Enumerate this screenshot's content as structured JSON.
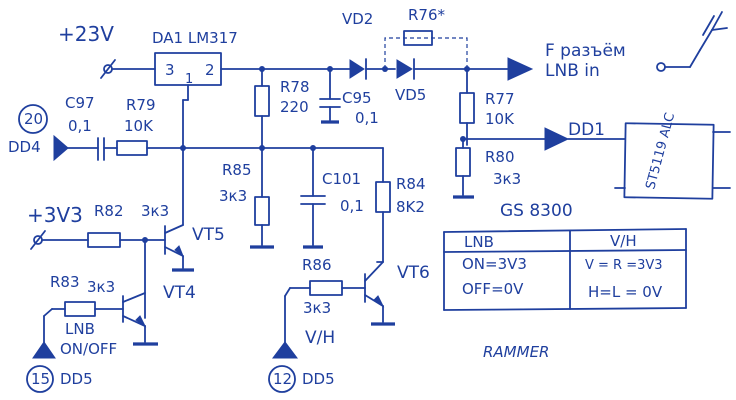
{
  "supply": {
    "v23": "+23V",
    "v33": "+3V3"
  },
  "da1": {
    "ref": "DA1 LM317",
    "pin3": "3",
    "pin1": "1",
    "pin2": "2"
  },
  "components": {
    "vd2": "VD2",
    "vd5": "VD5",
    "r76": "R76*",
    "r78": "R78",
    "r78_val": "220",
    "c95": "C95",
    "c95_val": "0,1",
    "r77": "R77",
    "r77_val": "10K",
    "r80": "R80",
    "r80_val": "3к3",
    "c97": "C97",
    "c97_val": "0,1",
    "r79": "R79",
    "r79_val": "10K",
    "r85": "R85",
    "r85_val": "3к3",
    "c101": "C101",
    "c101_val": "0,1",
    "r84": "R84",
    "r84_val": "8K2",
    "r82": "R82",
    "r82_val": "3к3",
    "vt5": "VT5",
    "r83": "R83",
    "r83_val": "3к3",
    "vt4": "VT4",
    "r86": "R86",
    "r86_val": "3к3",
    "vt6": "VT6"
  },
  "connectors": {
    "f_line1": "F разъём",
    "f_line2": "LNB in",
    "dd1": "DD1",
    "chip": "ST5119 ALC",
    "pin20": "20",
    "dd4": "DD4",
    "lnb_onoff_1": "LNB",
    "lnb_onoff_2": "ON/OFF",
    "vh": "V/H",
    "pin15": "15",
    "dd5_a": "DD5",
    "pin12": "12",
    "dd5_b": "DD5"
  },
  "table": {
    "title": "GS 8300",
    "col1_header": "LNB",
    "col2_header": "V/H",
    "row1_col1": "ON=3V3",
    "row1_col2": "V = R =3V3",
    "row2_col1": "OFF=0V",
    "row2_col2": "H=L = 0V"
  },
  "signature": "RAMMER"
}
